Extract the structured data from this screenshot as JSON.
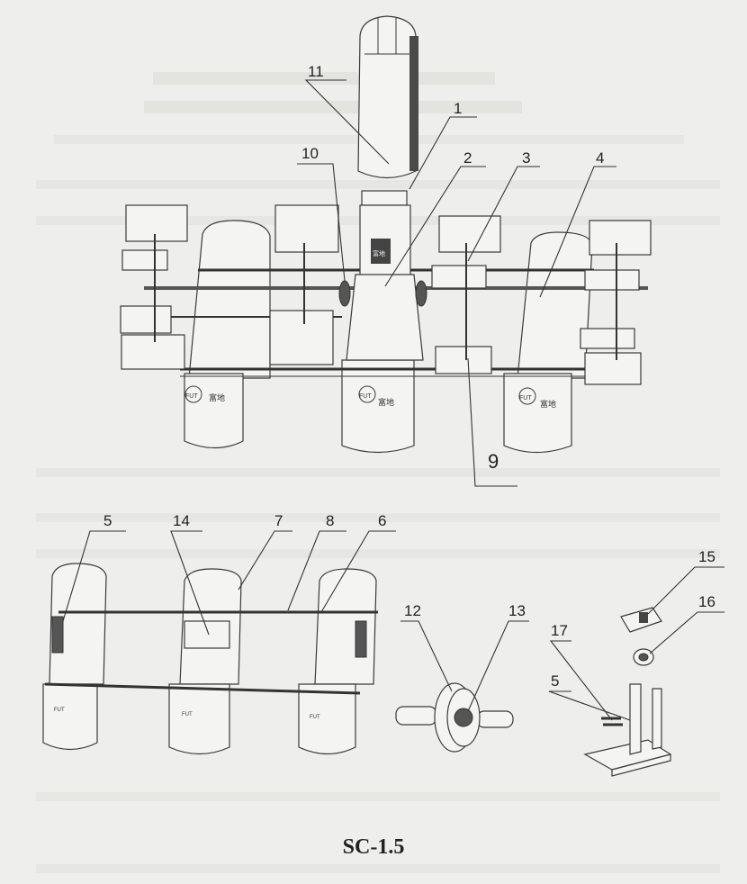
{
  "model_label": "SC-1.5",
  "callouts": {
    "c1": "1",
    "c2": "2",
    "c3": "3",
    "c4": "4",
    "c5a": "5",
    "c5b": "5",
    "c6": "6",
    "c7": "7",
    "c8": "8",
    "c9": "9",
    "c10": "10",
    "c11": "11",
    "c12": "12",
    "c13": "13",
    "c14": "14",
    "c15": "15",
    "c16": "16",
    "c17": "17"
  },
  "float_logo": "FUT",
  "float_text": "富地",
  "motor_plate": "富地"
}
